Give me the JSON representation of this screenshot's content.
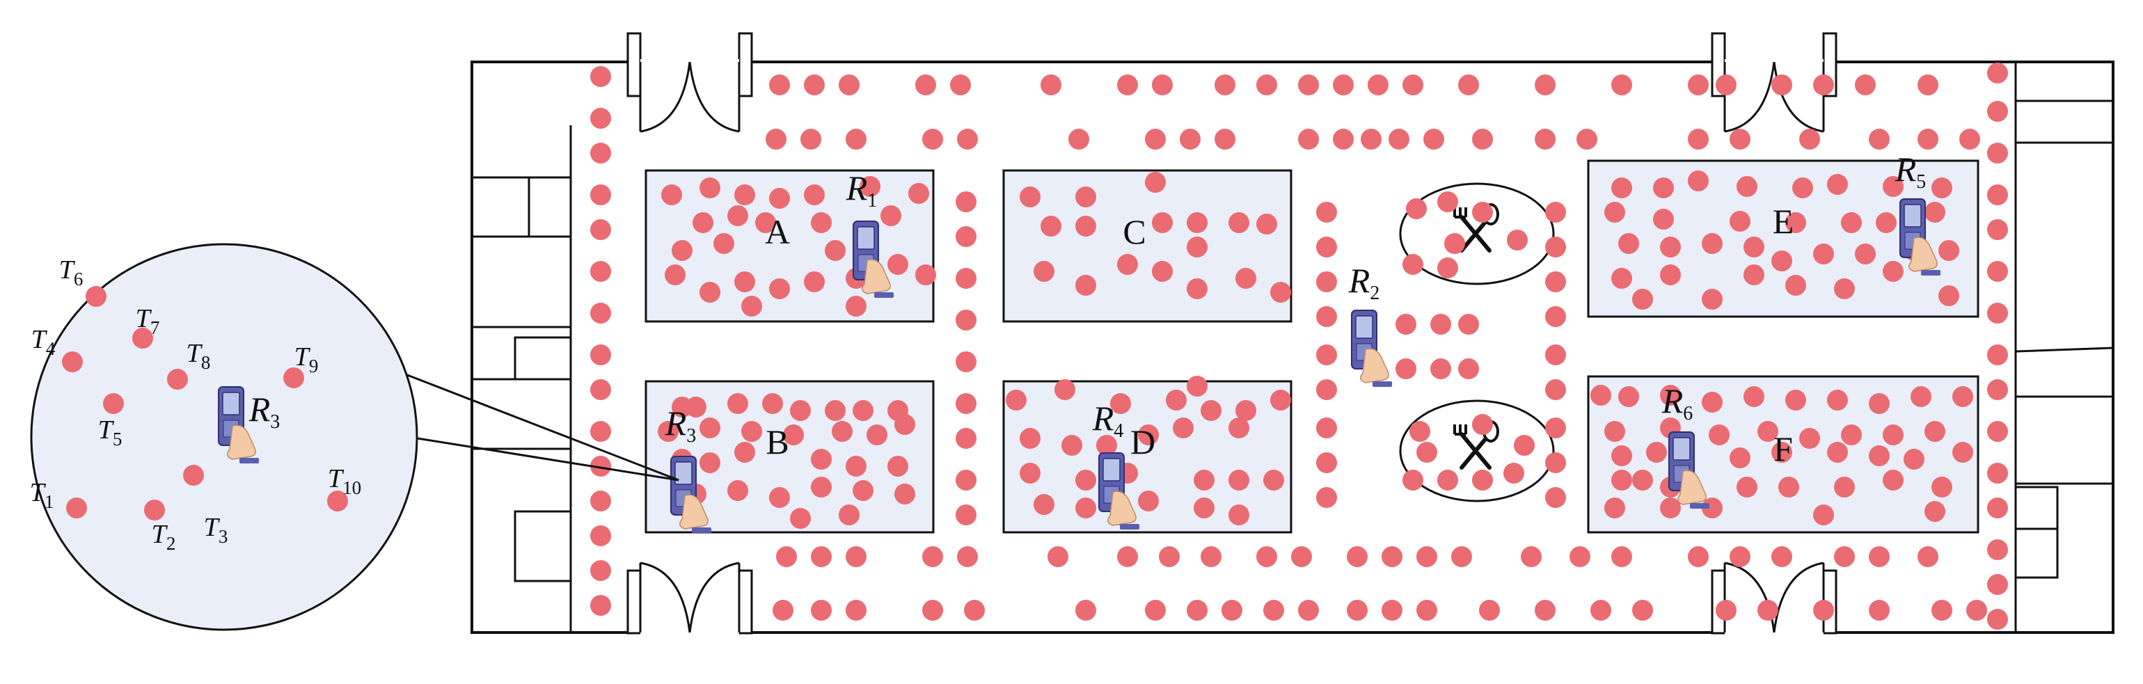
{
  "diagram": {
    "zones": [
      {
        "id": "A",
        "label": "A"
      },
      {
        "id": "B",
        "label": "B"
      },
      {
        "id": "C",
        "label": "C"
      },
      {
        "id": "D",
        "label": "D"
      },
      {
        "id": "E",
        "label": "E"
      },
      {
        "id": "F",
        "label": "F"
      }
    ],
    "readers": [
      {
        "letter": "R",
        "index": "1"
      },
      {
        "letter": "R",
        "index": "2"
      },
      {
        "letter": "R",
        "index": "3"
      },
      {
        "letter": "R",
        "index": "4"
      },
      {
        "letter": "R",
        "index": "5"
      },
      {
        "letter": "R",
        "index": "6"
      }
    ],
    "zoom_view": {
      "reader": {
        "letter": "R",
        "index": "3"
      },
      "tags": [
        {
          "letter": "T",
          "index": "1"
        },
        {
          "letter": "T",
          "index": "2"
        },
        {
          "letter": "T",
          "index": "3"
        },
        {
          "letter": "T",
          "index": "4"
        },
        {
          "letter": "T",
          "index": "5"
        },
        {
          "letter": "T",
          "index": "6"
        },
        {
          "letter": "T",
          "index": "7"
        },
        {
          "letter": "T",
          "index": "8"
        },
        {
          "letter": "T",
          "index": "9"
        },
        {
          "letter": "T",
          "index": "10"
        }
      ]
    },
    "dining_areas": [
      "fork-spoon-icon",
      "fork-spoon-icon"
    ],
    "colors": {
      "tag": "#eb6b72",
      "shelf_fill": "#e9eef8",
      "zoom_fill": "#e9eef8",
      "reader_body": "#5b5fae",
      "reader_screen": "#b9c3ea",
      "hand": "#f3c9a6",
      "outline": "#111111"
    }
  }
}
